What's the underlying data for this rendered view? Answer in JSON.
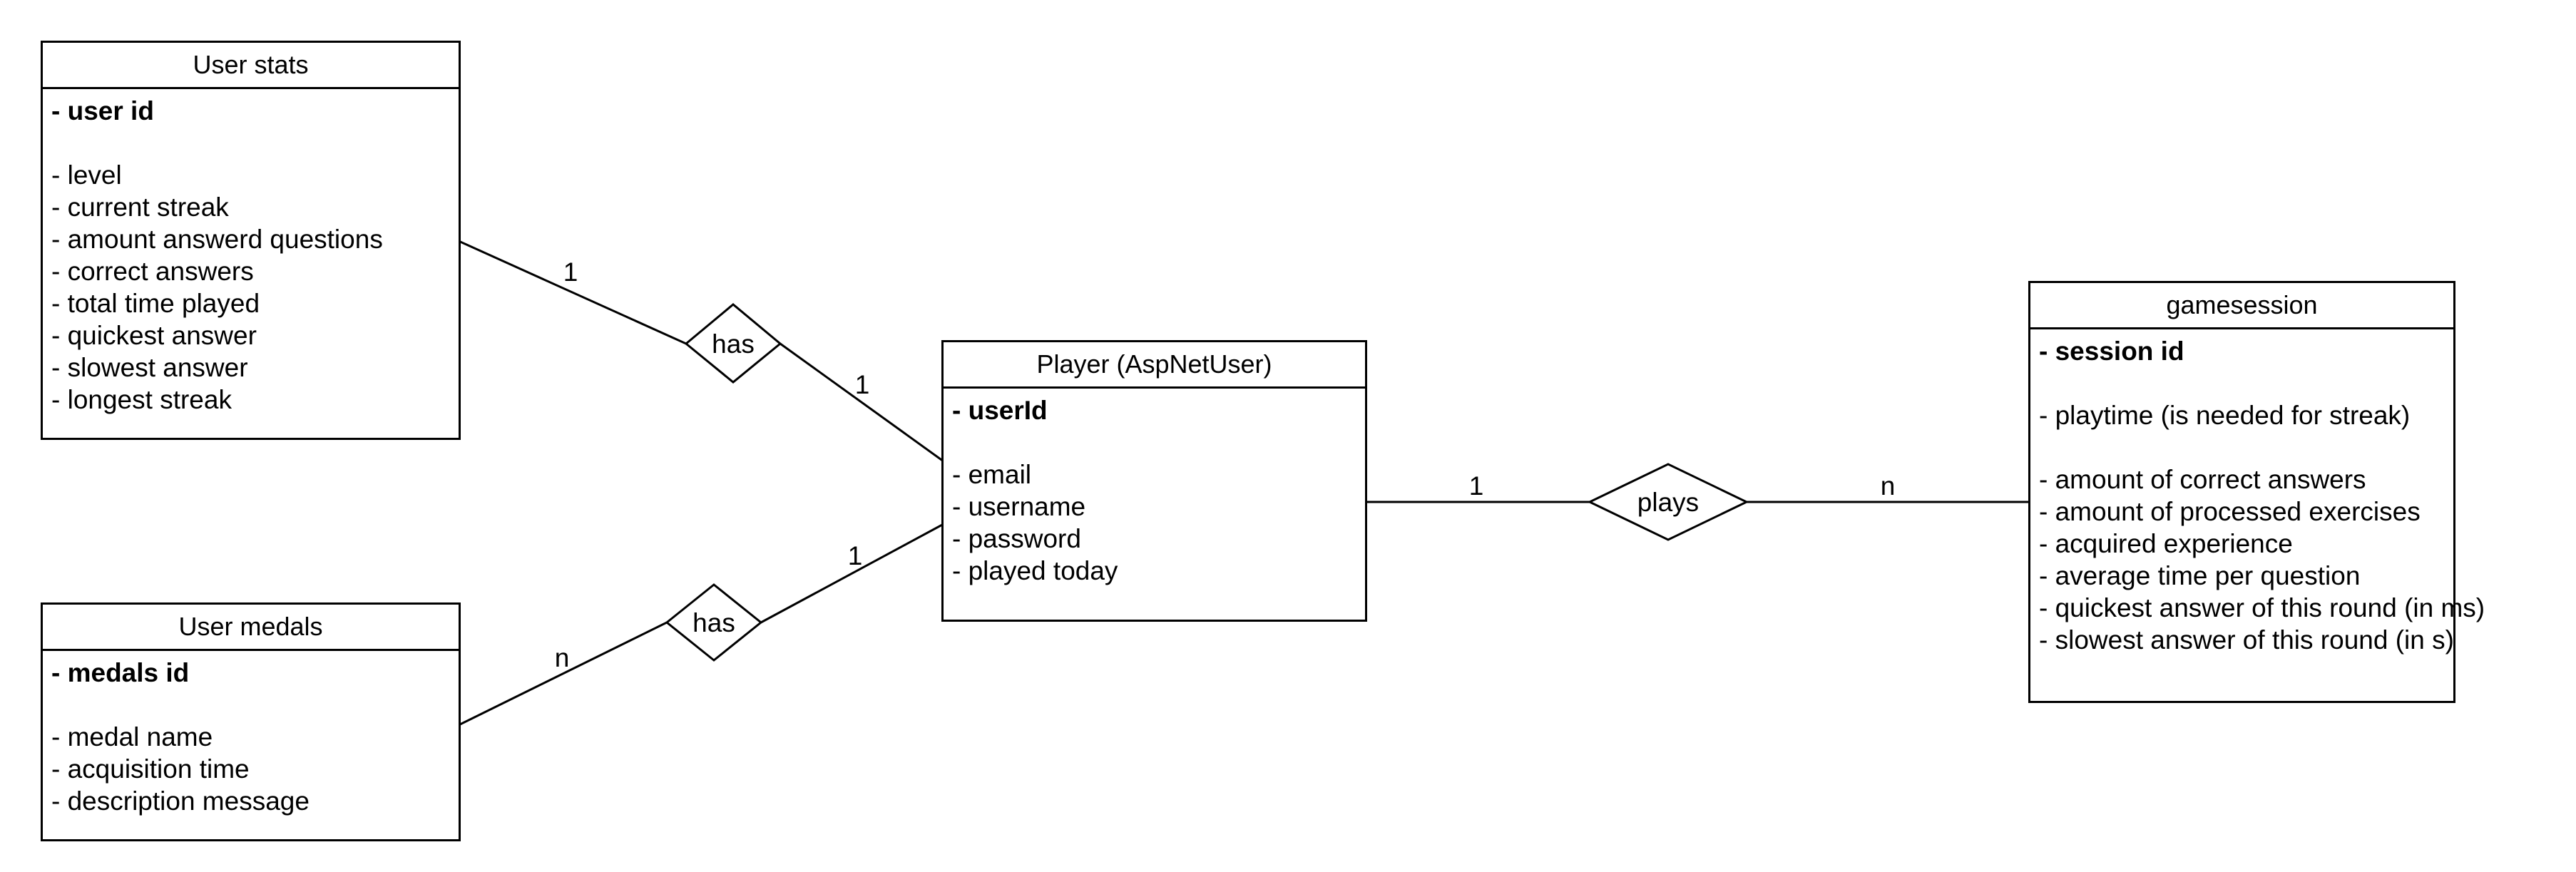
{
  "entities": {
    "user_stats": {
      "title": "User stats",
      "key": "- user id",
      "attributes": [
        "- level",
        "- current streak",
        "- amount answerd questions",
        "- correct answers",
        "- total time played",
        "- quickest answer",
        "- slowest answer",
        "- longest streak"
      ]
    },
    "user_medals": {
      "title": "User medals",
      "key": "- medals id",
      "attributes": [
        "- medal name",
        "- acquisition time",
        "- description message"
      ]
    },
    "player": {
      "title": "Player (AspNetUser)",
      "key": "- userId",
      "attributes": [
        "- email",
        "- username",
        "- password",
        "- played today"
      ]
    },
    "gamesession": {
      "title": "gamesession",
      "key": "- session id",
      "attributes": [
        "- playtime (is needed for streak)"
      ],
      "attributes_2": [
        "- amount of correct answers",
        "- amount of processed exercises",
        "- acquired experience",
        "- average time per question",
        "- quickest answer of this round (in ms)",
        "- slowest answer of this round (in s)"
      ]
    }
  },
  "relationships": {
    "has_stats": {
      "label": "has",
      "card_entity": "1",
      "card_player": "1"
    },
    "has_medals": {
      "label": "has",
      "card_entity": "n",
      "card_player": "1"
    },
    "plays": {
      "label": "plays",
      "card_player": "1",
      "card_session": "n"
    }
  }
}
